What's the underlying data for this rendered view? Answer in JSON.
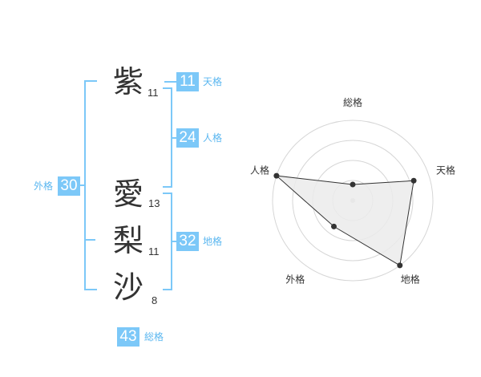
{
  "name": {
    "characters": [
      {
        "char": "紫",
        "strokes": "11"
      },
      {
        "char": "愛",
        "strokes": "13"
      },
      {
        "char": "梨",
        "strokes": "11"
      },
      {
        "char": "沙",
        "strokes": "8"
      }
    ]
  },
  "fortune": {
    "tenkaku": {
      "value": "11",
      "label": "天格"
    },
    "jinkaku": {
      "value": "24",
      "label": "人格"
    },
    "chikaku": {
      "value": "32",
      "label": "地格"
    },
    "gaikaku": {
      "value": "30",
      "label": "外格"
    },
    "soukaku": {
      "value": "43",
      "label": "総格"
    }
  },
  "chart_data": {
    "type": "radar",
    "axes": [
      "総格",
      "天格",
      "地格",
      "外格",
      "人格"
    ],
    "values": [
      1,
      4,
      5,
      2,
      5
    ],
    "max": 5,
    "rings": 4,
    "colors": {
      "fill": "#ebebeb",
      "line": "#333333",
      "grid": "#d6d6d6",
      "dot": "#333333"
    }
  }
}
